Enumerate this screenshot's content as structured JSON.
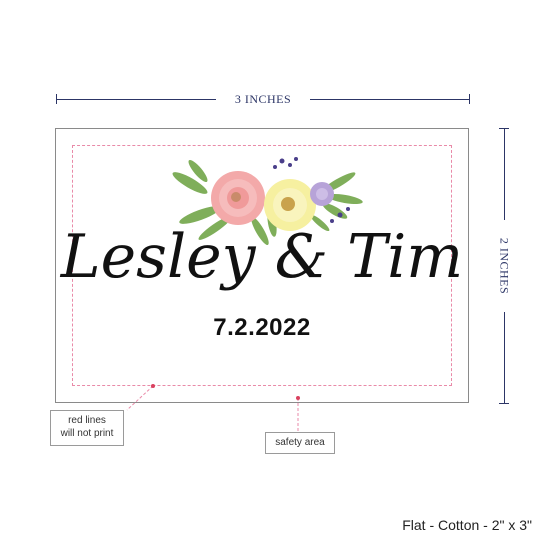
{
  "dimensions": {
    "width_label": "3 INCHES",
    "height_label": "2 INCHES"
  },
  "card": {
    "names": "Lesley & Tim",
    "date": "7.2.2022"
  },
  "callouts": {
    "red_lines_line1": "red lines",
    "red_lines_line2": "will not print",
    "safety_area": "safety area"
  },
  "product": {
    "label": "Flat - Cotton - 2\" x 3\""
  },
  "colors": {
    "dimension_navy": "#2c3566",
    "safe_line_pink": "#e98aa8",
    "ink": "#111111"
  }
}
